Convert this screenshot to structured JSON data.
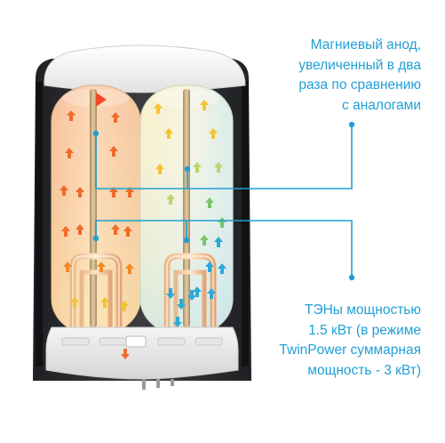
{
  "callouts": {
    "anode": {
      "lines": [
        "Магниевый анод,",
        "увеличенный в два",
        "раза по сравнению",
        "с аналогами"
      ]
    },
    "heaters": {
      "lines": [
        "ТЭНы мощностью",
        "1.5 кВт (в режиме",
        "TwinPower суммарная",
        "мощность - 3 кВт)"
      ]
    }
  },
  "colors": {
    "accent": "#1f9fd6",
    "hot_arrow": "#f06a2a",
    "warm_arrow": "#f5c230",
    "cold_arrow": "#2fa8d8",
    "green_arrow": "#7cc46a",
    "body_dark": "#2b2d30",
    "body_light": "#eeeeee"
  }
}
